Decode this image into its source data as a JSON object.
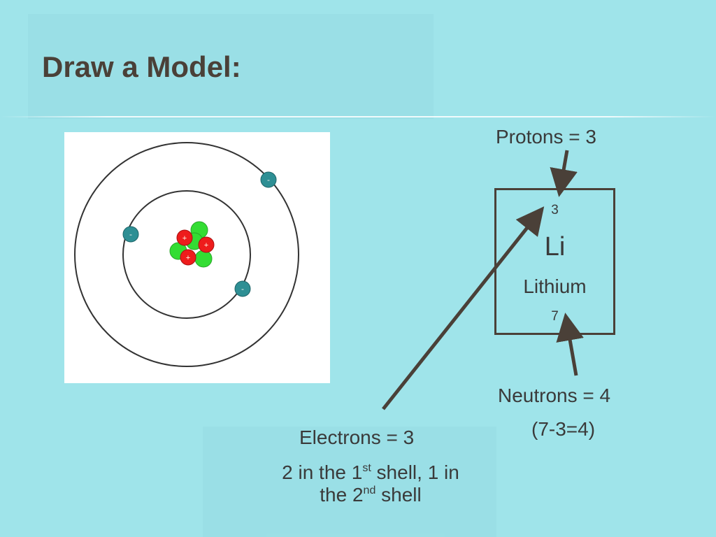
{
  "slide": {
    "title": "Draw a Model:"
  },
  "element_box": {
    "atomic_number": "3",
    "symbol": "Li",
    "name": "Lithium",
    "mass_number": "7"
  },
  "labels": {
    "protons": "Protons = 3",
    "neutrons": "Neutrons = 4",
    "neutrons_calc": "(7-3=4)",
    "electrons": "Electrons = 3",
    "shells": {
      "part1": "2 in the 1",
      "sup1": "st",
      "part2": " shell, 1 in the 2",
      "sup2": "nd",
      "part3": " shell"
    }
  },
  "atom_model": {
    "proton_sign": "+",
    "electron_sign": "-",
    "protons": 3,
    "neutrons": 4,
    "electrons_inner_shell": 2,
    "electrons_outer_shell": 1,
    "colors": {
      "proton": "#ee1c1c",
      "neutron": "#33dd33",
      "electron": "#2e8f94",
      "orbit": "#333333"
    }
  },
  "colors": {
    "background": "#9fe4ea",
    "title": "#4a4038",
    "arrow": "#4a4038"
  }
}
